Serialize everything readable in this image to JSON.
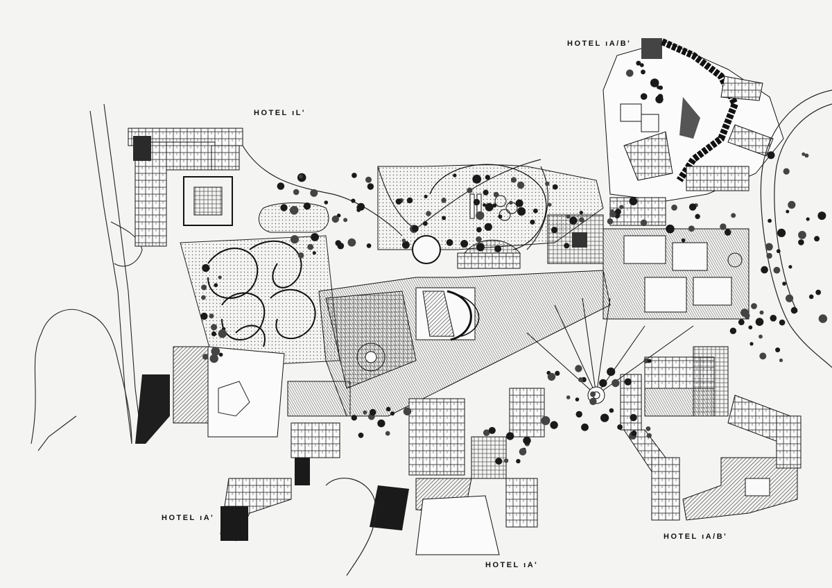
{
  "labels": {
    "hotel_l": "HOTEL ıL'",
    "hotel_ab_top": "HOTEL ıA/B'",
    "hotel_a_left": "HOTEL ıA'",
    "hotel_a_bottom": "HOTEL ıA'",
    "hotel_ab_bottom": "HOTEL ıA/B'"
  },
  "colors": {
    "paper": "#f4f4f2",
    "ink": "#111111",
    "hatch": "#555555",
    "tree": "#1a1a1a"
  }
}
